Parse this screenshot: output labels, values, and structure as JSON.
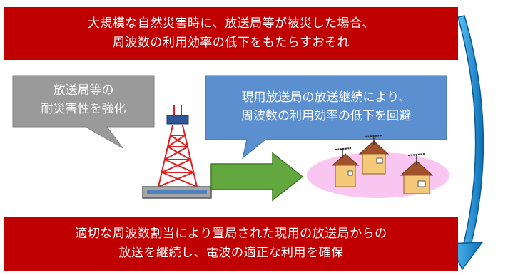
{
  "top_banner": {
    "line1": "大規模な自然災害時に、放送局等が被災した場合、",
    "line2": "周波数の利用効率の低下をもたらすおそれ"
  },
  "left_callout": {
    "line1": "放送局等の",
    "line2": "耐災害性を強化"
  },
  "right_callout": {
    "line1": "現用放送局の放送継続により、",
    "line2": "周波数の利用効率の低下を回避"
  },
  "bottom_banner": {
    "line1": "適切な周波数割当により置局された現用の放送局からの",
    "line2": "放送を継続し、電波の適正な利用を確保"
  },
  "colors": {
    "banner_red": "#c00000",
    "left_callout_gray": "#9a9a9a",
    "right_callout_blue": "#5b8fcf",
    "arrow_green": "#63a83e",
    "cycle_arrow_blue": "#1e8fd6",
    "tower_red": "#e02020",
    "coverage_pink": "#f8c6f0"
  },
  "icons": {
    "tower": "broadcast-tower-icon",
    "houses": "house-with-antenna-icon"
  }
}
